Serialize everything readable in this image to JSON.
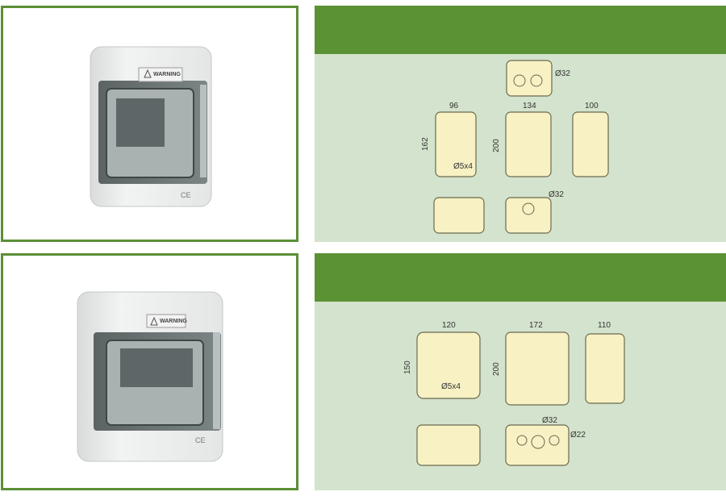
{
  "products": [
    {
      "photo": {
        "label_text": "WARNING",
        "marks": "CE"
      },
      "drawing": {
        "back_width": "96",
        "back_height": "162",
        "mount_holes": "Ø5x4",
        "front_width": "134",
        "front_height": "200",
        "depth": "100",
        "top_knockout": "Ø32",
        "bottom_knockout": "Ø32"
      }
    },
    {
      "photo": {
        "label_text": "WARNING",
        "marks": "CE"
      },
      "drawing": {
        "back_width": "120",
        "back_height": "150",
        "mount_holes": "Ø5x4",
        "front_width": "172",
        "front_height": "200",
        "depth": "110",
        "bottom_knockout_large": "Ø32",
        "bottom_knockout_small": "Ø22"
      }
    }
  ],
  "colors": {
    "accent_green": "#5a9234",
    "panel_bg": "#d4e3cd",
    "drawing_fill": "#f7f1c4"
  }
}
